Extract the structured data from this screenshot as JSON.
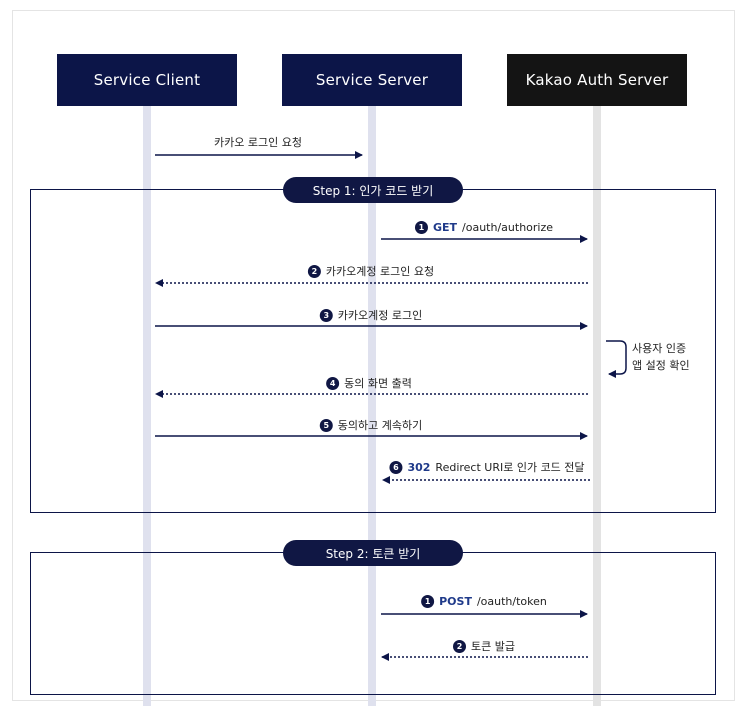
{
  "participants": {
    "client": {
      "label": "Service Client",
      "color": "#0c1548"
    },
    "server": {
      "label": "Service Server",
      "color": "#0c1548"
    },
    "kakao": {
      "label": "Kakao Auth Server",
      "color": "#141414"
    }
  },
  "colors": {
    "navy": "#101744",
    "frame": "#0c1548",
    "lifeline": "#dfe1ee"
  },
  "pre_message": {
    "text": "카카오 로그인 요청"
  },
  "step1": {
    "title": "Step 1: 인가 코드 받기",
    "messages": [
      {
        "num": "1",
        "method": "GET",
        "text": "/oauth/authorize"
      },
      {
        "num": "2",
        "text": "카카오계정 로그인 요청"
      },
      {
        "num": "3",
        "text": "카카오계정 로그인"
      },
      {
        "num": "4",
        "text": "동의 화면 출력"
      },
      {
        "num": "5",
        "text": "동의하고 계속하기"
      },
      {
        "num": "6",
        "method": "302",
        "text": "Redirect URI로 인가 코드 전달"
      }
    ],
    "self_note": {
      "line1": "사용자 인증",
      "line2": "앱 설정 확인"
    }
  },
  "step2": {
    "title": "Step 2: 토큰 받기",
    "messages": [
      {
        "num": "1",
        "method": "POST",
        "text": "/oauth/token"
      },
      {
        "num": "2",
        "text": "토큰 발급"
      }
    ]
  }
}
